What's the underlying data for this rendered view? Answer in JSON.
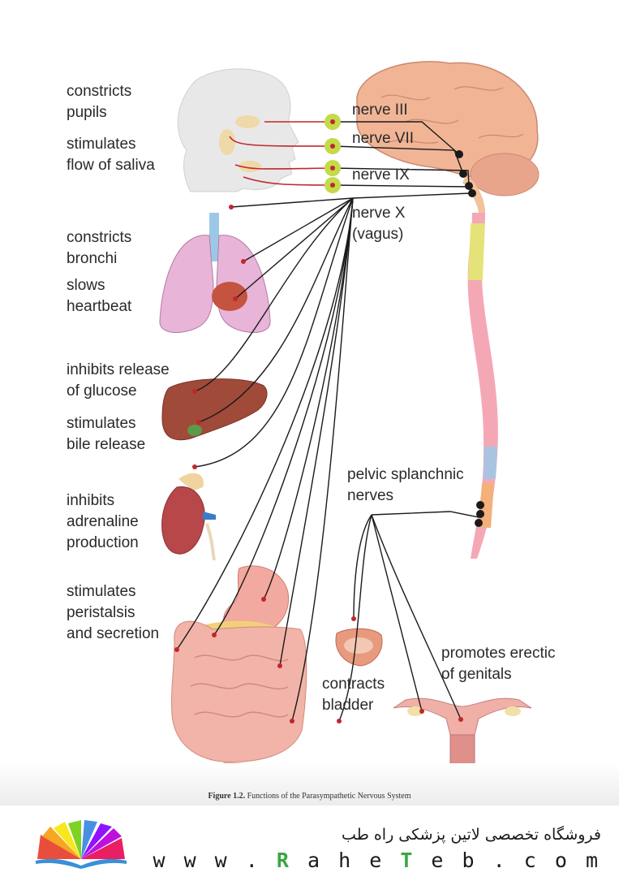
{
  "effects": {
    "pupils": [
      "constricts",
      "pupils"
    ],
    "saliva": [
      "stimulates",
      "flow of saliva"
    ],
    "bronchi": [
      "constricts",
      "bronchi"
    ],
    "heart": [
      "slows",
      "heartbeat"
    ],
    "glucose": [
      "inhibits release",
      "of glucose"
    ],
    "bile": [
      "stimulates",
      "bile release"
    ],
    "adrenaline": [
      "inhibits",
      "adrenaline",
      "production"
    ],
    "peristalsis": [
      "stimulates",
      "peristalsis",
      "and secretion"
    ],
    "bladder": [
      "contracts",
      "bladder"
    ],
    "genitals": [
      "promotes erectic",
      "of genitals"
    ]
  },
  "nerves": {
    "n3": "nerve III",
    "n7": "nerve VII",
    "n9": "nerve IX",
    "n10": [
      "nerve X",
      "(vagus)"
    ],
    "pelvic": [
      "pelvic splanchnic",
      "nerves"
    ]
  },
  "caption": {
    "prefix": "Figure 1.2.",
    "text": "Functions of the Parasympathetic Nervous System"
  },
  "footer": {
    "persian_text": "فروشگاه تخصصی لاتین پزشکی  راه طب",
    "url_prefix": "w w w .",
    "url_r": "R",
    "url_mid": " a h e ",
    "url_t": "T",
    "url_end": " e b . c o m"
  },
  "colors": {
    "nerve_line": "#1a1a1a",
    "ganglion": "#c5d94a",
    "nerve_red": "#c0272d",
    "spinal_cord": "#f4a8b6"
  }
}
